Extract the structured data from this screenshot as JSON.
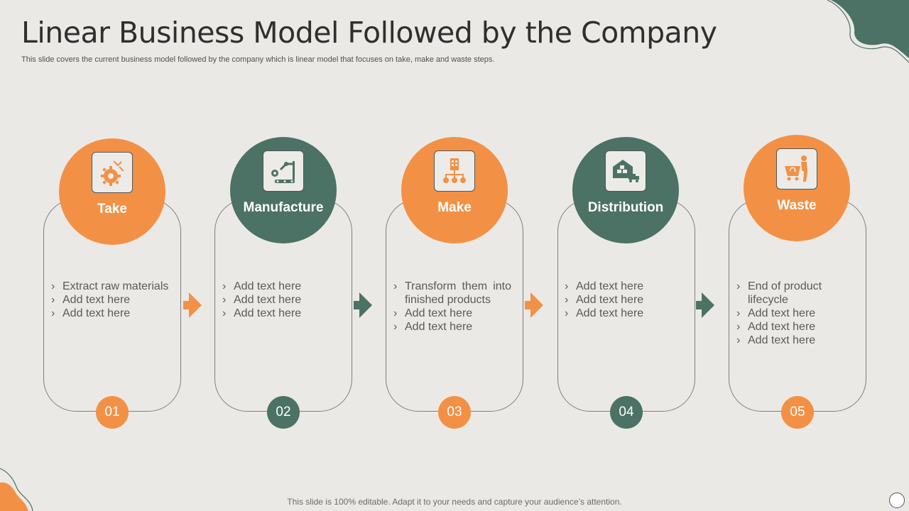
{
  "title": "Linear Business Model Followed by the Company",
  "subtitle": "This slide covers the current business model followed by the company which is linear model that focuses on take, make and waste steps.",
  "footer": "This slide is 100% editable. Adapt it to your needs and capture your audience’s attention.",
  "colors": {
    "orange": "#f29146",
    "green": "#4b7264",
    "background": "#ebe9e5"
  },
  "steps": [
    {
      "label": "Take",
      "number": "01",
      "color": "orange",
      "icon": "gear-hand-icon",
      "bullets": [
        "Extract raw materials",
        "Add text here",
        "Add text here"
      ]
    },
    {
      "label": "Manufacture",
      "number": "02",
      "color": "green",
      "icon": "robotic-arm-icon",
      "bullets": [
        "Add text here",
        "Add text here",
        "Add text here"
      ]
    },
    {
      "label": "Make",
      "number": "03",
      "color": "orange",
      "icon": "factory-network-icon",
      "bullets": [
        "Transform them into finished products",
        "Add text here",
        "Add text here"
      ]
    },
    {
      "label": "Distribution",
      "number": "04",
      "color": "green",
      "icon": "warehouse-truck-icon",
      "bullets": [
        "Add text here",
        "Add text here",
        "Add text here"
      ]
    },
    {
      "label": "Waste",
      "number": "05",
      "color": "orange",
      "icon": "person-recycle-cart-icon",
      "bullets": [
        "End of product lifecycle",
        "Add text here",
        "Add text here",
        "Add text here"
      ]
    }
  ]
}
